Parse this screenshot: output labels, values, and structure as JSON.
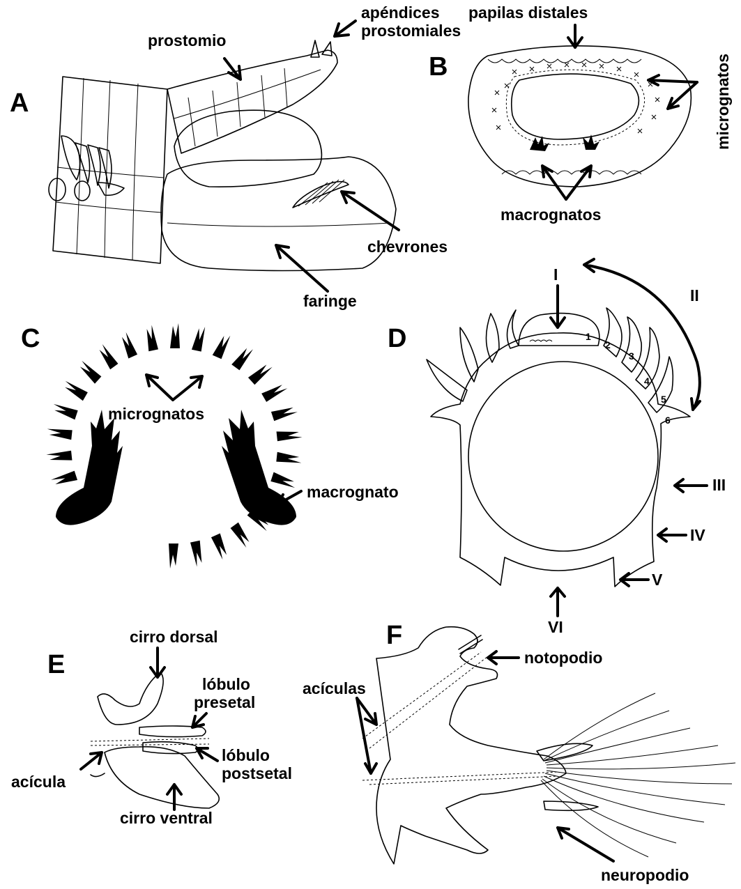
{
  "panels": {
    "A": {
      "letter": "A",
      "labels": {
        "prostomio": "prostomio",
        "apendices_1": "apéndices",
        "apendices_2": "prostomiales",
        "chevrones": "chevrones",
        "faringe": "faringe"
      }
    },
    "B": {
      "letter": "B",
      "labels": {
        "papilas": "papilas distales",
        "micrognatos": "micrognatos",
        "macrognatos": "macrognatos"
      }
    },
    "C": {
      "letter": "C",
      "labels": {
        "micrognatos": "micrognatos",
        "macrognato": "macrognato"
      }
    },
    "D": {
      "letter": "D",
      "areas": [
        "I",
        "II",
        "III",
        "IV",
        "V",
        "VI"
      ],
      "jaw_numbers": [
        "1",
        "2",
        "3",
        "4",
        "5",
        "6"
      ]
    },
    "E": {
      "letter": "E",
      "labels": {
        "cirro_dorsal": "cirro dorsal",
        "lobulo_pre_1": "lóbulo",
        "lobulo_pre_2": "presetal",
        "lobulo_post_1": "lóbulo",
        "lobulo_post_2": "postsetal",
        "acicula": "acícula",
        "cirro_ventral": "cirro ventral"
      }
    },
    "F": {
      "letter": "F",
      "labels": {
        "notopodio": "notopodio",
        "aciculas": "acículas",
        "neuropodio": "neuropodio"
      }
    }
  }
}
